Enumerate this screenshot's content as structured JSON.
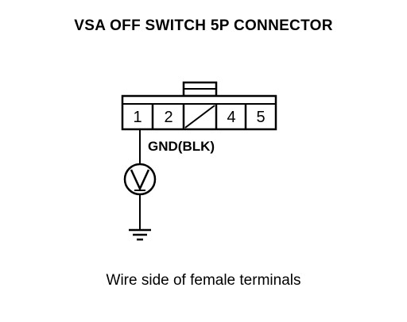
{
  "title": "VSA OFF SWITCH 5P CONNECTOR",
  "connector": {
    "pins": [
      {
        "label": "1"
      },
      {
        "label": "2"
      },
      {
        "label": ""
      },
      {
        "label": "4"
      },
      {
        "label": "5"
      }
    ]
  },
  "wire_label": "GND(BLK)",
  "meter_icon": "voltmeter-icon",
  "ground_icon": "ground-icon",
  "caption": "Wire side of female terminals"
}
